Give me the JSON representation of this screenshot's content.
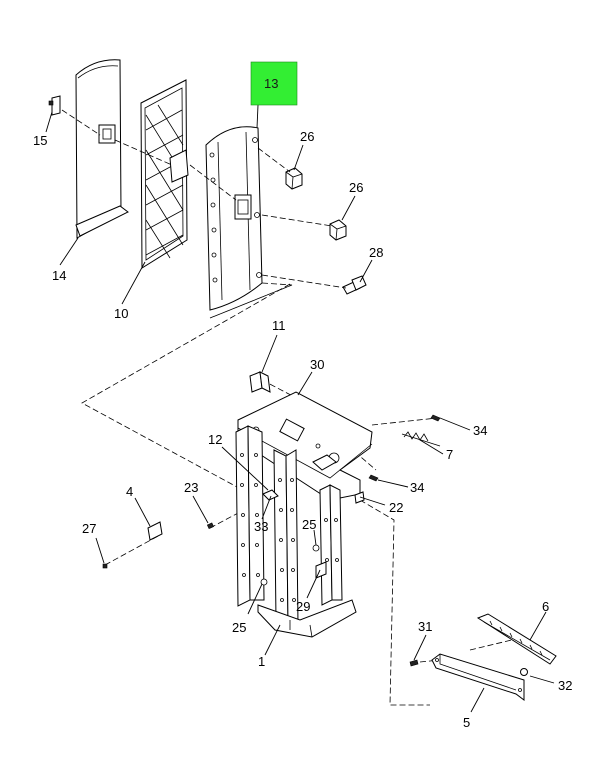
{
  "highlight_color": "#33ee33",
  "callouts": {
    "c1": "1",
    "c4": "4",
    "c5": "5",
    "c6": "6",
    "c7": "7",
    "c10": "10",
    "c11": "11",
    "c12": "12",
    "c13": "13",
    "c14": "14",
    "c15": "15",
    "c22": "22",
    "c23": "23",
    "c25a": "25",
    "c25b": "25",
    "c26a": "26",
    "c26b": "26",
    "c27": "27",
    "c28": "28",
    "c29": "29",
    "c30": "30",
    "c31": "31",
    "c32": "32",
    "c33": "33",
    "c34a": "34",
    "c34b": "34"
  }
}
